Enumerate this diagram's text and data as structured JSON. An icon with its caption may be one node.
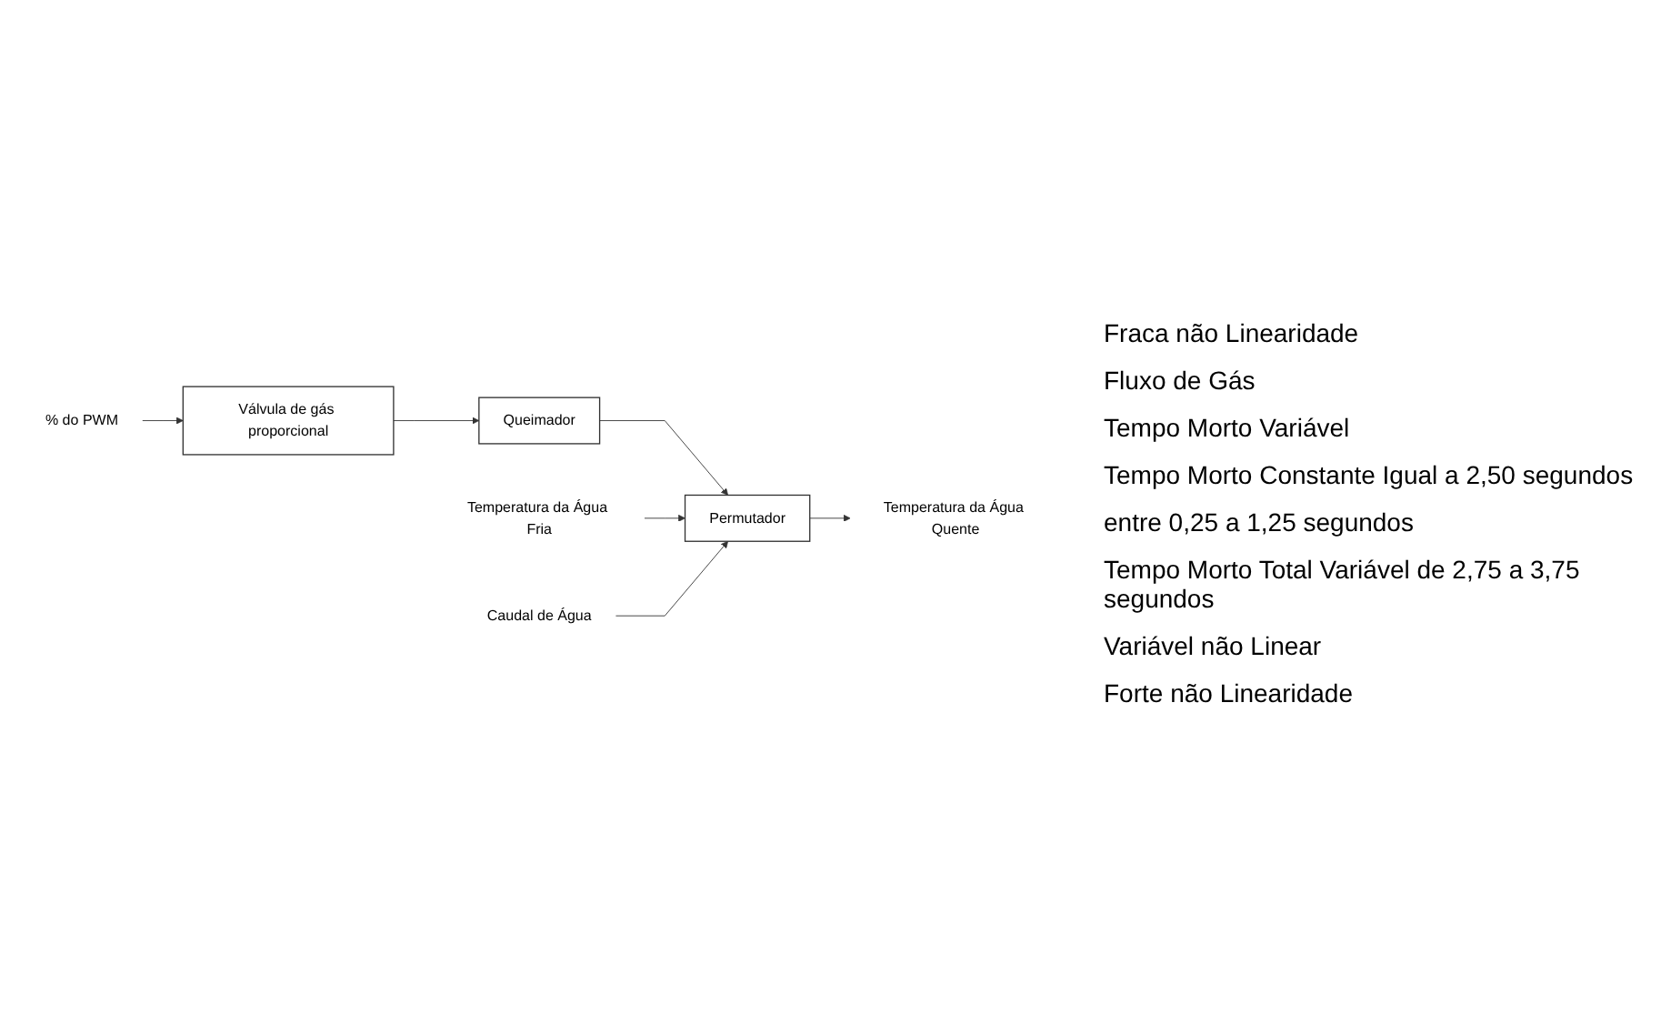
{
  "diagram": {
    "nodes": [
      {
        "text": [
          "% do PWM"
        ]
      },
      {
        "text": [
          "Válvula de gás proporcional"
        ]
      },
      {
        "text": [
          "Queimador"
        ]
      },
      {
        "text": [
          "Permutador"
        ]
      },
      {
        "text": [
          "Temperatura da Água Quente"
        ]
      },
      {
        "text": [
          "Temperatura da Água Fria"
        ]
      },
      {
        "text": [
          "Caudal de Água"
        ]
      }
    ],
    "edges": [
      {
        "from": 0,
        "to": 1,
        "arrow": "to"
      },
      {
        "from": 1,
        "to": 2,
        "arrow": "to"
      },
      {
        "from": 2,
        "to": 3,
        "arrow": "to"
      },
      {
        "from": 3,
        "to": 4,
        "arrow": "to"
      },
      {
        "from": 5,
        "to": 3,
        "arrow": "to"
      },
      {
        "from": 6,
        "to": 3,
        "arrow": "to"
      }
    ],
    "labels": [
      "Fraca não Linearidade",
      "Fluxo de Gás",
      "Tempo Morto Variável",
      "Tempo Morto Constante Igual a 2,50 segundos",
      "entre 0,25 a 1,25 segundos",
      "Tempo Morto Total Variável de 2,75 a 3,75 segundos",
      "Variável não Linear",
      "Forte não Linearidade"
    ]
  }
}
